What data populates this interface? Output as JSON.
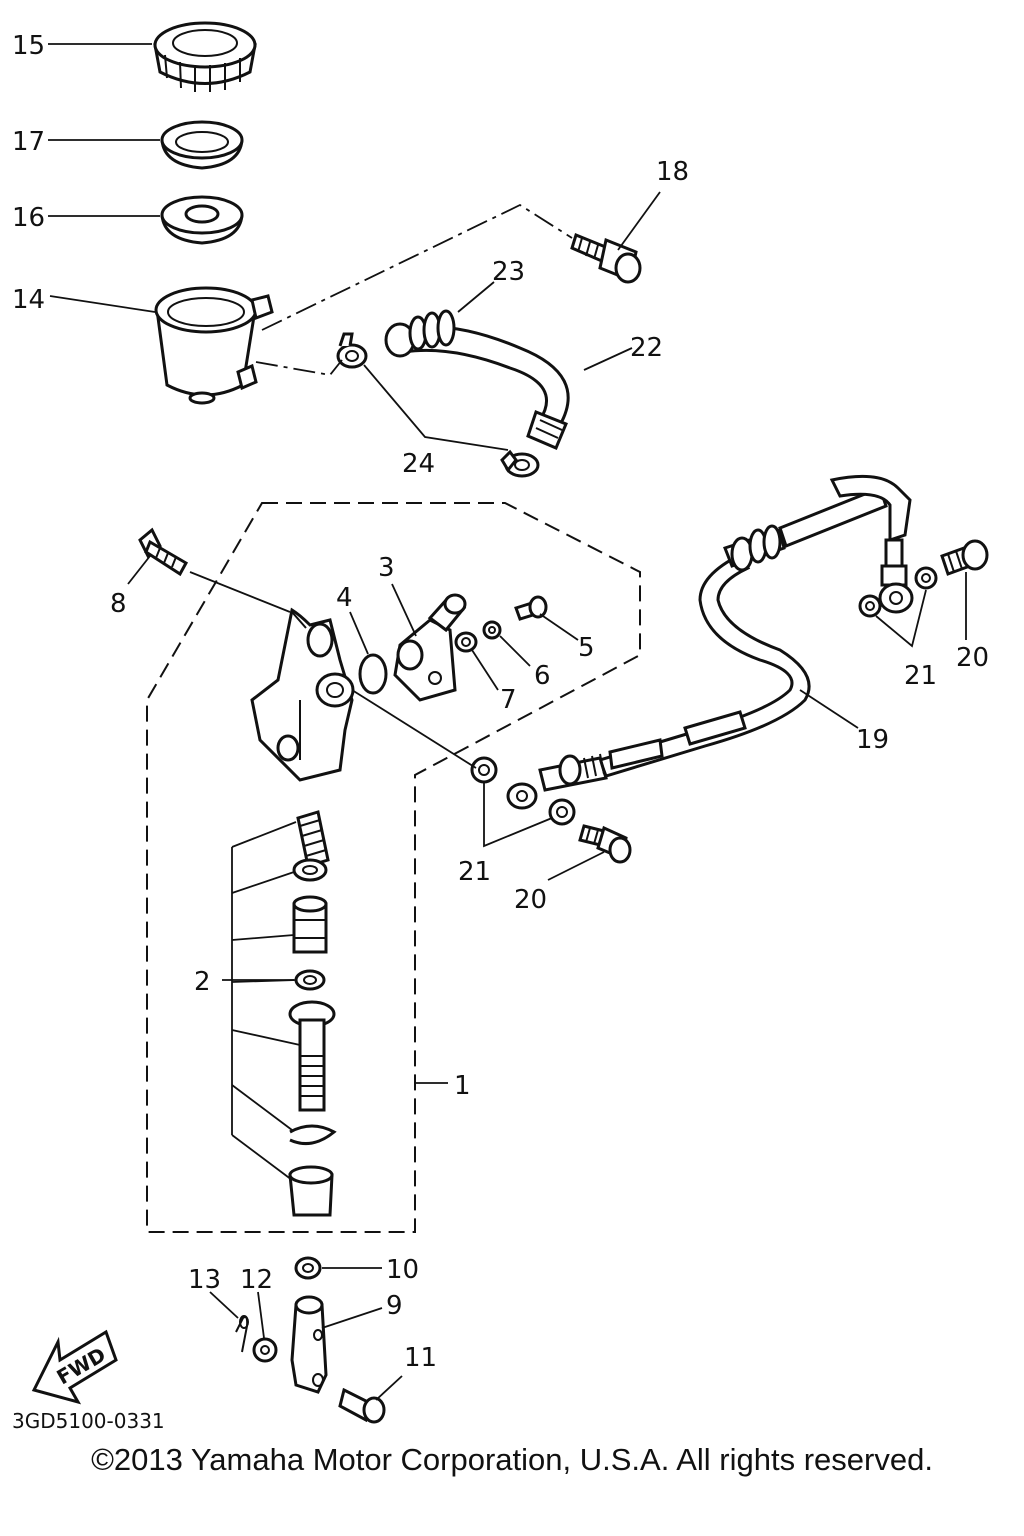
{
  "callouts": {
    "p1": "1",
    "p2": "2",
    "p3": "3",
    "p4": "4",
    "p5": "5",
    "p6": "6",
    "p7": "7",
    "p8": "8",
    "p9": "9",
    "p10": "10",
    "p11": "11",
    "p12": "12",
    "p13": "13",
    "p14": "14",
    "p15": "15",
    "p16": "16",
    "p17": "17",
    "p18": "18",
    "p19": "19",
    "p20a": "20",
    "p20b": "20",
    "p21a": "21",
    "p21b": "21",
    "p22": "22",
    "p23": "23",
    "p24": "24"
  },
  "fwd_label": "FWD",
  "diagram_code": "3GD5100-0331",
  "copyright": "©2013 Yamaha Motor Corporation, U.S.A. All rights reserved."
}
